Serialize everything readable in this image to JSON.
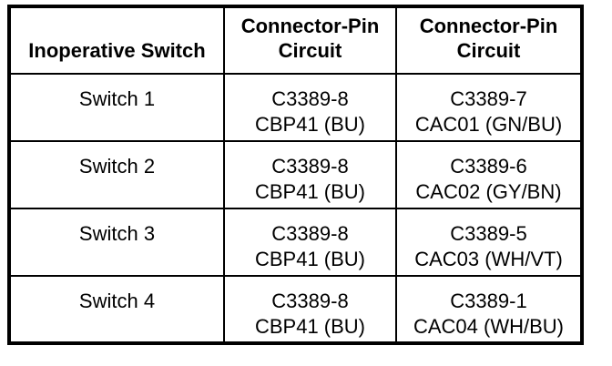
{
  "colors": {
    "background": "#ffffff",
    "border": "#000000",
    "text": "#000000"
  },
  "table": {
    "col1_header": "Inoperative Switch",
    "col2_header": "Connector-Pin\nCircuit",
    "col3_header": "Connector-Pin\nCircuit",
    "rows": [
      {
        "switch": "Switch 1",
        "circuit_a": "C3389-8\nCBP41 (BU)",
        "circuit_b": "C3389-7\nCAC01 (GN/BU)"
      },
      {
        "switch": "Switch 2",
        "circuit_a": "C3389-8\nCBP41 (BU)",
        "circuit_b": "C3389-6\nCAC02 (GY/BN)"
      },
      {
        "switch": "Switch 3",
        "circuit_a": "C3389-8\nCBP41 (BU)",
        "circuit_b": "C3389-5\nCAC03 (WH/VT)"
      },
      {
        "switch": "Switch 4",
        "circuit_a": "C3389-8\nCBP41 (BU)",
        "circuit_b": "C3389-1\nCAC04 (WH/BU)"
      }
    ]
  }
}
